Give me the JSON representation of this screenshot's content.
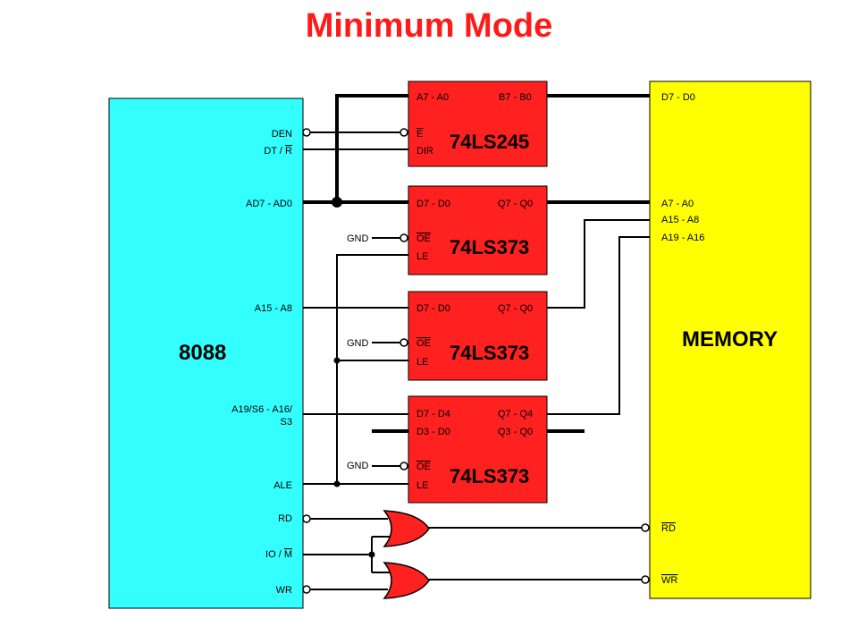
{
  "title": "Minimum Mode",
  "colors": {
    "title": "#ff1a1a",
    "cpu_fill": "#33ffff",
    "chip_fill": "#ff2020",
    "memory_fill": "#ffff00",
    "gate_fill": "#ff2020"
  },
  "cpu": {
    "name": "8088",
    "pins": {
      "den": "DEN",
      "dtr_prefix": "DT / ",
      "dtr_bar": "R",
      "ad": "AD7 - AD0",
      "a15": "A15 - A8",
      "a19_line1": "A19/S6 - A16/",
      "a19_line2": "S3",
      "ale": "ALE",
      "rd": "RD",
      "iom_prefix": "IO / ",
      "iom_bar": "M",
      "wr": "WR"
    }
  },
  "transceiver": {
    "name": "74LS245",
    "pin_a": "A7 - A0",
    "pin_b": "B7 - B0",
    "pin_e": "E",
    "pin_dir": "DIR"
  },
  "latch1": {
    "name": "74LS373",
    "pin_d": "D7 - D0",
    "pin_q": "Q7 - Q0",
    "pin_oe": "OE",
    "pin_le": "LE",
    "gnd": "GND"
  },
  "latch2": {
    "name": "74LS373",
    "pin_d": "D7 - D0",
    "pin_q": "Q7 - Q0",
    "pin_oe": "OE",
    "pin_le": "LE",
    "gnd": "GND"
  },
  "latch3": {
    "name": "74LS373",
    "pin_d_hi": "D7 - D4",
    "pin_d_lo": "D3 - D0",
    "pin_q_hi": "Q7 - Q4",
    "pin_q_lo": "Q3 - Q0",
    "pin_oe": "OE",
    "pin_le": "LE",
    "gnd": "GND"
  },
  "memory": {
    "name": "MEMORY",
    "pins": {
      "d": "D7 - D0",
      "a7": "A7 - A0",
      "a15": "A15 - A8",
      "a19": "A19 - A16",
      "rd": "RD",
      "wr": "WR"
    }
  }
}
